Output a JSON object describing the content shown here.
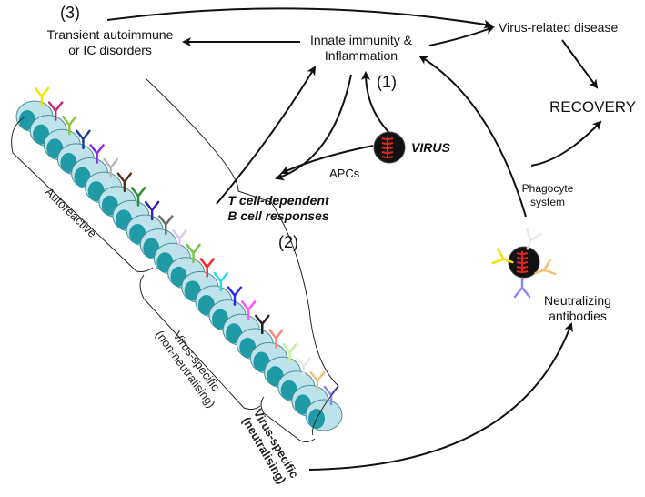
{
  "labels": {
    "num3": "(3)",
    "transient_line1": "Transient autoimmune",
    "transient_line2": "or IC disorders",
    "innate_line1": "Innate immunity &",
    "innate_line2": "Inflammation",
    "num1": "(1)",
    "virus_disease": "Virus-related disease",
    "recovery": "RECOVERY",
    "virus": "VIRUS",
    "apcs": "APCs",
    "tcell_line1": "T cell-dependent",
    "tcell_line2": "B cell responses",
    "num2": "(2)",
    "phagocyte_line1": "Phagocyte",
    "phagocyte_line2": "system",
    "neutralizing_line1": "Neutralizing",
    "neutralizing_line2": "antibodies",
    "autoreactive": "Autoreactive",
    "vs_non_line1": "Virus-specific",
    "vs_non_line2": "(non-neutralising)",
    "vs_neut_line1": "Virus-specific",
    "vs_neut_line2": "(neutralising)"
  },
  "colors": {
    "cell_fill": "#bfe3ea",
    "cell_edge": "#4a8e99",
    "cell_core": "#1f9aa6",
    "virus_body": "#111111",
    "virus_rna": "#e8261c",
    "antibody_colors": [
      "#f2e500",
      "#c0287a",
      "#8fc63d",
      "#1b3fa0",
      "#8a2be2",
      "#b8b8b8",
      "#5a3312",
      "#2e8b3a",
      "#3b2aa8",
      "#6b6b6b",
      "#d8c9f0",
      "#7cc24a",
      "#ff2a2a",
      "#2fd7e8",
      "#2a2aff",
      "#ff55ff",
      "#222222",
      "#ff8877",
      "#c8f0a0",
      "#e8e8e8",
      "#f2c27a",
      "#8888ff"
    ]
  }
}
